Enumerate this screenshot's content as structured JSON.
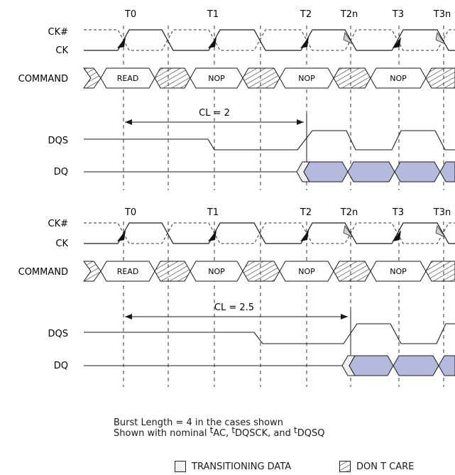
{
  "panels": [
    {
      "clock_labels": [
        "T0",
        "T1",
        "T2",
        "T2n",
        "T3",
        "T3n"
      ],
      "signals": [
        "CK#",
        "CK",
        "COMMAND",
        "DQS",
        "DQ"
      ],
      "commands": [
        "READ",
        "NOP",
        "NOP",
        "NOP"
      ],
      "cas_latency": "CL = 2"
    },
    {
      "clock_labels": [
        "T0",
        "T1",
        "T2",
        "T2n",
        "T3",
        "T3n"
      ],
      "signals": [
        "CK#",
        "CK",
        "COMMAND",
        "DQS",
        "DQ"
      ],
      "commands": [
        "READ",
        "NOP",
        "NOP",
        "NOP"
      ],
      "cas_latency": "CL = 2.5"
    }
  ],
  "notes": {
    "line1": "Burst Length = 4 in the cases shown",
    "line2_prefix": "Shown with nominal ",
    "params": [
      "AC",
      "DQSCK",
      "DQSQ"
    ],
    "t_prefix": "t",
    "sep1": ", ",
    "sep2": ", and "
  },
  "legend": {
    "transitioning": "TRANSITIONING DATA",
    "dont_care": "DON T CARE"
  },
  "colors": {
    "data_fill": "#b5b9dd",
    "line": "#1a1a1a",
    "dashed": "#333333",
    "hatch": "#222222"
  }
}
